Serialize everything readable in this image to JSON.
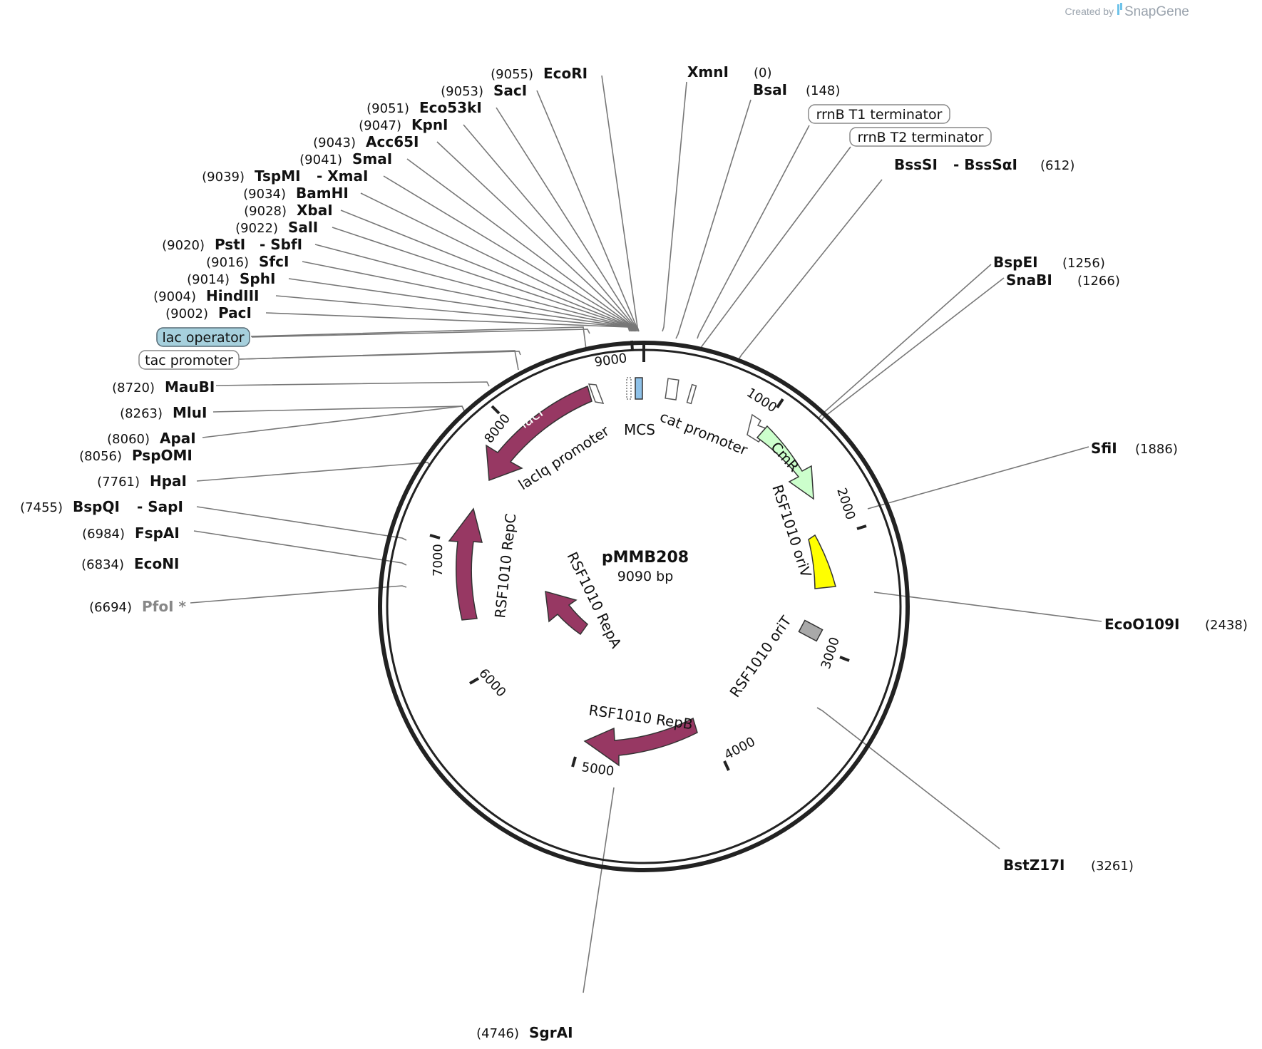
{
  "credit": {
    "prefix": "Created by",
    "brand": "SnapGene"
  },
  "plasmid": {
    "name": "pMMB208",
    "size_label": "9090 bp"
  },
  "tick_labels": [
    "9000",
    "1000",
    "2000",
    "3000",
    "4000",
    "5000",
    "6000",
    "7000",
    "8000"
  ],
  "enzymes": [
    {
      "name": "EcoRI",
      "pos": "(9055)"
    },
    {
      "name": "SacI",
      "pos": "(9053)"
    },
    {
      "name": "Eco53kI",
      "pos": "(9051)"
    },
    {
      "name": "KpnI",
      "pos": "(9047)"
    },
    {
      "name": "Acc65I",
      "pos": "(9043)"
    },
    {
      "name": "SmaI",
      "pos": "(9041)"
    },
    {
      "name": "TspMI",
      "pos": "(9039)",
      "extra": "- XmaI"
    },
    {
      "name": "BamHI",
      "pos": "(9034)"
    },
    {
      "name": "XbaI",
      "pos": "(9028)"
    },
    {
      "name": "SalI",
      "pos": "(9022)"
    },
    {
      "name": "PstI",
      "pos": "(9020)",
      "extra": "- SbfI"
    },
    {
      "name": "SfcI",
      "pos": "(9016)"
    },
    {
      "name": "SphI",
      "pos": "(9014)"
    },
    {
      "name": "HindIII",
      "pos": "(9004)"
    },
    {
      "name": "PacI",
      "pos": "(9002)"
    },
    {
      "name": "MauBI",
      "pos": "(8720)"
    },
    {
      "name": "MluI",
      "pos": "(8263)"
    },
    {
      "name": "ApaI",
      "pos": "(8060)"
    },
    {
      "name": "PspOMI",
      "pos": "(8056)"
    },
    {
      "name": "HpaI",
      "pos": "(7761)"
    },
    {
      "name": "BspQI",
      "pos": "(7455)",
      "extra": "- SapI"
    },
    {
      "name": "FspAI",
      "pos": "(6984)"
    },
    {
      "name": "EcoNI",
      "pos": "(6834)"
    },
    {
      "name": "PfoI *",
      "pos": "(6694)"
    },
    {
      "name": "XmnI",
      "pos": "(0)"
    },
    {
      "name": "BsaI",
      "pos": "(148)"
    },
    {
      "name": "BssSI",
      "pos": "(612)",
      "extra": "- BssSαI"
    },
    {
      "name": "BspEI",
      "pos": "(1256)"
    },
    {
      "name": "SnaBI",
      "pos": "(1266)"
    },
    {
      "name": "SfiI",
      "pos": "(1886)"
    },
    {
      "name": "EcoO109I",
      "pos": "(2438)"
    },
    {
      "name": "BstZ17I",
      "pos": "(3261)"
    },
    {
      "name": "SgrAI",
      "pos": "(4746)"
    }
  ],
  "feature_callouts": {
    "lac_operator": "lac operator",
    "tac_promoter": "tac promoter",
    "rrnb_t1": "rrnB T1 terminator",
    "rrnb_t2": "rrnB T2 terminator"
  },
  "features": {
    "laci": "lacI",
    "laciq_promoter": "lacIq promoter",
    "mcs": "MCS",
    "cat_promoter": "cat promoter",
    "cmr": "CmR",
    "oriv": "RSF1010 oriV",
    "orit": "RSF1010 oriT",
    "repb": "RSF1010 RepB",
    "repc": "RSF1010 RepC",
    "repa": "RSF1010 RepA"
  },
  "colors": {
    "backbone": "#222222",
    "rep_gene": "#973863",
    "cmr": "#ccffcc",
    "oriv": "#ffff00",
    "orit": "#a9a9a9",
    "mcs": "#8ec1e8",
    "lac_operator_box": "#a6d0dd"
  }
}
